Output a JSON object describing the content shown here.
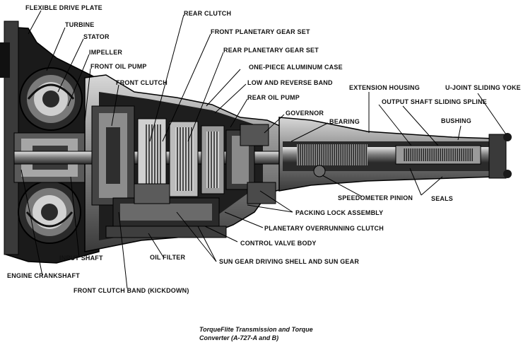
{
  "labels": {
    "flexible_drive_plate": "FLEXIBLE DRIVE PLATE",
    "turbine": "TURBINE",
    "stator": "STATOR",
    "impeller": "IMPELLER",
    "front_oil_pump": "FRONT OIL PUMP",
    "front_clutch": "FRONT CLUTCH",
    "rear_clutch": "REAR CLUTCH",
    "front_planetary_gear_set": "FRONT PLANETARY GEAR SET",
    "rear_planetary_gear_set": "REAR PLANETARY GEAR SET",
    "one_piece_aluminum_case": "ONE-PIECE ALUMINUM CASE",
    "low_and_reverse_band": "LOW AND REVERSE BAND",
    "rear_oil_pump": "REAR OIL PUMP",
    "governor": "GOVERNOR",
    "bearing": "BEARING",
    "extension_housing": "EXTENSION HOUSING",
    "output_shaft_sliding_spline": "OUTPUT SHAFT SLIDING SPLINE",
    "u_joint_sliding_yoke": "U-JOINT SLIDING YOKE",
    "bushing": "BUSHING",
    "speedometer_pinion": "SPEEDOMETER PINION",
    "seals": "SEALS",
    "packing_lock_assembly": "PACKING LOCK ASSEMBLY",
    "planetary_overrunning_clutch": "PLANETARY OVERRUNNING CLUTCH",
    "control_valve_body": "CONTROL VALVE BODY",
    "sun_gear_driving_shell": "SUN GEAR DRIVING SHELL AND SUN GEAR",
    "oil_filter": "OIL FILTER",
    "input_shaft": "INPUT SHAFT",
    "engine_crankshaft": "ENGINE CRANKSHAFT",
    "front_clutch_band": "FRONT CLUTCH BAND (KICKDOWN)"
  },
  "caption": {
    "line1": "TorqueFlite Transmission and Torque",
    "line2": "Converter (A-727-A and B)"
  },
  "colors": {
    "casing_dark": "#1c1c1c",
    "casing_mid": "#6e6e6e",
    "casing_light": "#bdbdbd",
    "outline": "#000000"
  }
}
